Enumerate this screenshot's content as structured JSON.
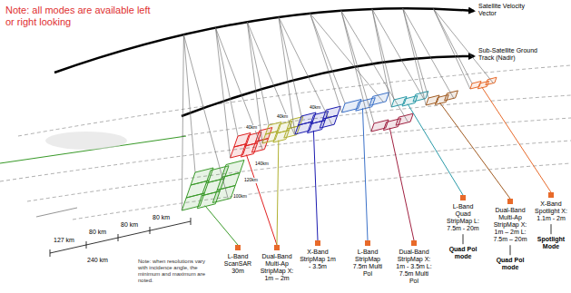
{
  "diagram": {
    "labels": [
      "Note: all modes are available left or right looking",
      "Satellite Velocity Vector",
      "Sub-Satellite Ground Track (Nadir)",
      "140km",
      "120km",
      "100km",
      "40km",
      "40km",
      "40km",
      "127 km",
      "80 km",
      "80 km",
      "80 km",
      "240 km",
      "Note: when resolutions vary with incidence angle, the minimum and maximum are noted.",
      "L-Band ScanSAR 30m",
      "Dual-Band Multi-Ap StripMap X: 1m – 2m",
      "X-Band StripMap 1m - 3.5m",
      "L-Band StripMap 7.5m Multi Pol",
      "Dual-Band StripMap X: 1m - 3.5m L: 7.5m Multi Pol",
      "L-Band Quad StripMap L: 7.5m - 20m",
      "Quad Pol mode",
      "Dual-Band Multi-Ap StripMap X: 1m – 2m L: 7.5m – 20m",
      "Quad Pol mode",
      "X-Band Spotlight X: 1.1m - 2m",
      "Spotlight Mode"
    ]
  }
}
